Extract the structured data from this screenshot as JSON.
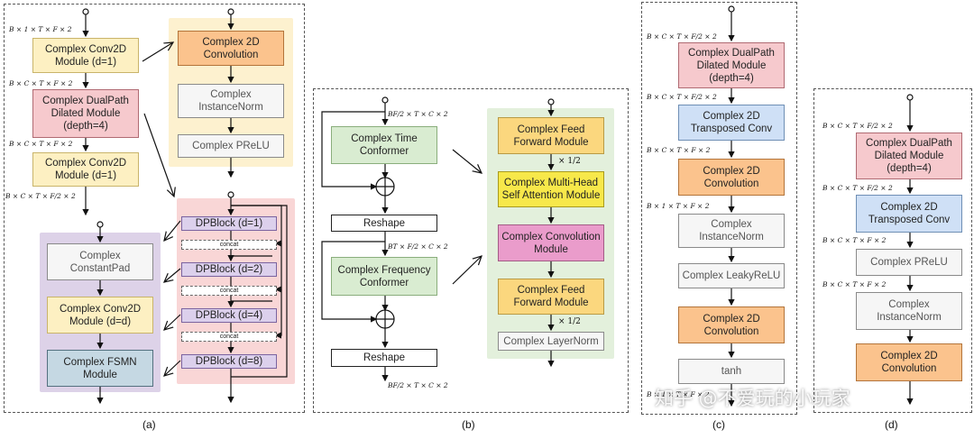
{
  "captions": {
    "a": "(a)",
    "b": "(b)",
    "c": "(c)",
    "d": "(d)"
  },
  "panel_a": {
    "dims": [
      "B × 1 × T × F × 2",
      "B × C × T × F × 2",
      "B × C × T × F × 2",
      "B × C × T × F/2 × 2"
    ],
    "conv2d_1": "Complex Conv2D Module (d=1)",
    "dualpath": "Complex DualPath Dilated Module (depth=4)",
    "conv2d_2": "Complex Conv2D Module (d=1)",
    "conv_detail": "Complex 2D Convolution",
    "instnorm": "Complex InstanceNorm",
    "prelu": "Complex PReLU",
    "constpad": "Complex ConstantPad",
    "conv2d_d": "Complex Conv2D Module (d=d)",
    "fsmn": "Complex FSMN Module",
    "dpblocks": [
      "DPBlock (d=1)",
      "DPBlock (d=2)",
      "DPBlock (d=4)",
      "DPBlock (d=8)"
    ],
    "concat": "concat"
  },
  "panel_b": {
    "dims": [
      "BF/2 × T × C × 2",
      "BT × F/2 × C × 2",
      "BF/2 × T × C × 2"
    ],
    "time_conf": "Complex Time Conformer",
    "reshape1": "Reshape",
    "freq_conf": "Complex Frequency Conformer",
    "reshape2": "Reshape",
    "ff1": "Complex Feed Forward Module",
    "half1": "× 1/2",
    "mhsa": "Complex Multi-Head Self Attention Module",
    "convmod": "Complex Convolution Module",
    "ff2": "Complex Feed Forward Module",
    "half2": "× 1/2",
    "layernorm": "Complex LayerNorm"
  },
  "panel_c": {
    "dims": [
      "B × C × T × F/2 × 2",
      "B × C × T × F/2 × 2",
      "B × C × T × F × 2",
      "B × 1 × T × F × 2",
      "B × 1 × T × F × 2"
    ],
    "dualpath": "Complex DualPath Dilated Module (depth=4)",
    "transposed": "Complex 2D Transposed Conv",
    "conv1": "Complex 2D Convolution",
    "instnorm": "Complex InstanceNorm",
    "leakyrelu": "Complex LeakyReLU",
    "conv2": "Complex 2D Convolution",
    "tanh": "tanh"
  },
  "panel_d": {
    "dims": [
      "B × C × T × F/2 × 2",
      "B × C × T × F/2 × 2",
      "B × C × T × F × 2",
      "B × C × T × F × 2"
    ],
    "dualpath": "Complex DualPath Dilated Module (depth=4)",
    "transposed": "Complex 2D Transposed Conv",
    "prelu": "Complex PReLU",
    "instnorm": "Complex InstanceNorm",
    "conv": "Complex 2D Convolution"
  },
  "watermark": "知乎 @不爱玩的小玩家"
}
